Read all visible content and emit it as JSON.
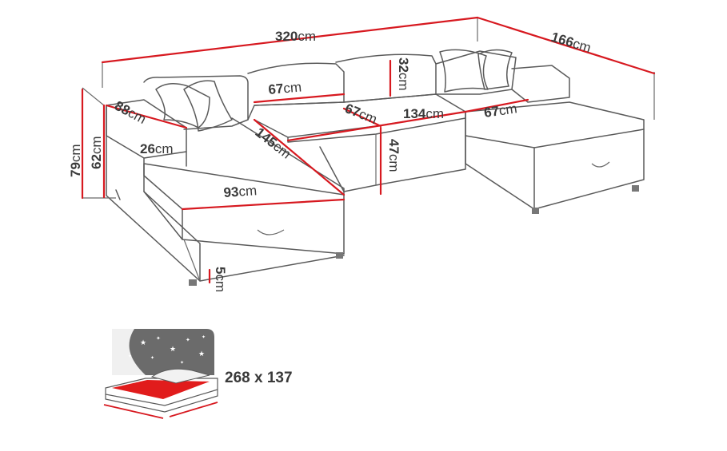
{
  "dimensions": {
    "total_width": {
      "value": "320",
      "unit": "cm"
    },
    "right_depth": {
      "value": "166",
      "unit": "cm"
    },
    "left_chaise_depth": {
      "value": "145",
      "unit": "cm"
    },
    "left_chaise_width": {
      "value": "93",
      "unit": "cm"
    },
    "back_cushion_width": {
      "value": "67",
      "unit": "cm"
    },
    "seat_depth_center": {
      "value": "67",
      "unit": "cm"
    },
    "right_seat_depth": {
      "value": "67",
      "unit": "cm"
    },
    "center_width": {
      "value": "134",
      "unit": "cm"
    },
    "backrest_height": {
      "value": "32",
      "unit": "cm"
    },
    "seat_height": {
      "value": "47",
      "unit": "cm"
    },
    "total_height": {
      "value": "79",
      "unit": "cm"
    },
    "armrest_height": {
      "value": "62",
      "unit": "cm"
    },
    "armrest_length": {
      "value": "88",
      "unit": "cm"
    },
    "armrest_width": {
      "value": "26",
      "unit": "cm"
    },
    "leg_height": {
      "value": "5",
      "unit": "cm"
    }
  },
  "sleeping_area": {
    "label": "268 x 137"
  },
  "colors": {
    "dimension_line": "#d71920",
    "outline": "#5a5a5a",
    "bed_surface": "#e11c1c",
    "night_panel": "#6b6b6b"
  }
}
